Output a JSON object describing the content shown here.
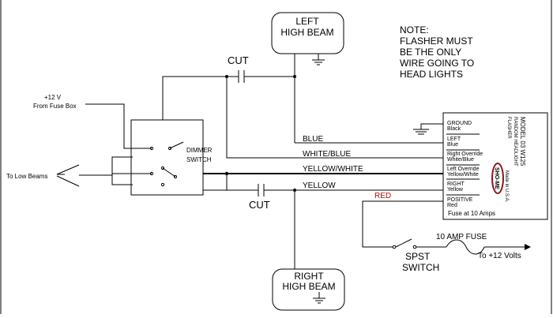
{
  "colors": {
    "line": "#000000",
    "positive_wire": "#cc0000",
    "background": "#ffffff"
  },
  "left_high_beam": {
    "line1": "LEFT",
    "line2": "HIGH BEAM"
  },
  "right_high_beam": {
    "line1": "RIGHT",
    "line2": "HIGH BEAM"
  },
  "note": {
    "line1": "NOTE:",
    "line2": "FLASHER MUST",
    "line3": "BE THE ONLY",
    "line4": "WIRE GOING TO",
    "line5": "HEAD LIGHTS"
  },
  "cut_top": "CUT",
  "cut_bottom": "CUT",
  "power_source": {
    "line1": "+12 V",
    "line2": "From Fuse Box"
  },
  "low_beams": "To Low Beams",
  "dimmer_switch": {
    "line1": "DIMMER",
    "line2": "SWITCH"
  },
  "wires": {
    "blue": "BLUE",
    "white_blue": "WHITE/BLUE",
    "yellow_white": "YELLOW/WHITE",
    "yellow": "YELLOW",
    "red": "RED"
  },
  "flasher": {
    "terminals": {
      "ground": {
        "name": "GROUND",
        "color": "Black"
      },
      "left": {
        "name": "LEFT",
        "color": "Blue"
      },
      "right_override": {
        "name": "Right Override",
        "color": "White/Blue"
      },
      "left_override": {
        "name": "Left Override",
        "color": "Yellow/White"
      },
      "right": {
        "name": "RIGHT",
        "color": "Yellow"
      },
      "positive": {
        "name": "POSITIVE",
        "color": "Red"
      }
    },
    "model": "MODEL 03 W125",
    "desc_line1": "RANDOM HEADLIGHT",
    "desc_line2": "FLASHER",
    "brand": "SHO-ME",
    "made_in": "Made in U.S.A.",
    "fuse_rating": "Fuse at 10 Amps"
  },
  "fuse_label": "10 AMP FUSE",
  "spst_switch": {
    "line1": "SPST",
    "line2": "SWITCH"
  },
  "output_label": "To +12 Volts"
}
